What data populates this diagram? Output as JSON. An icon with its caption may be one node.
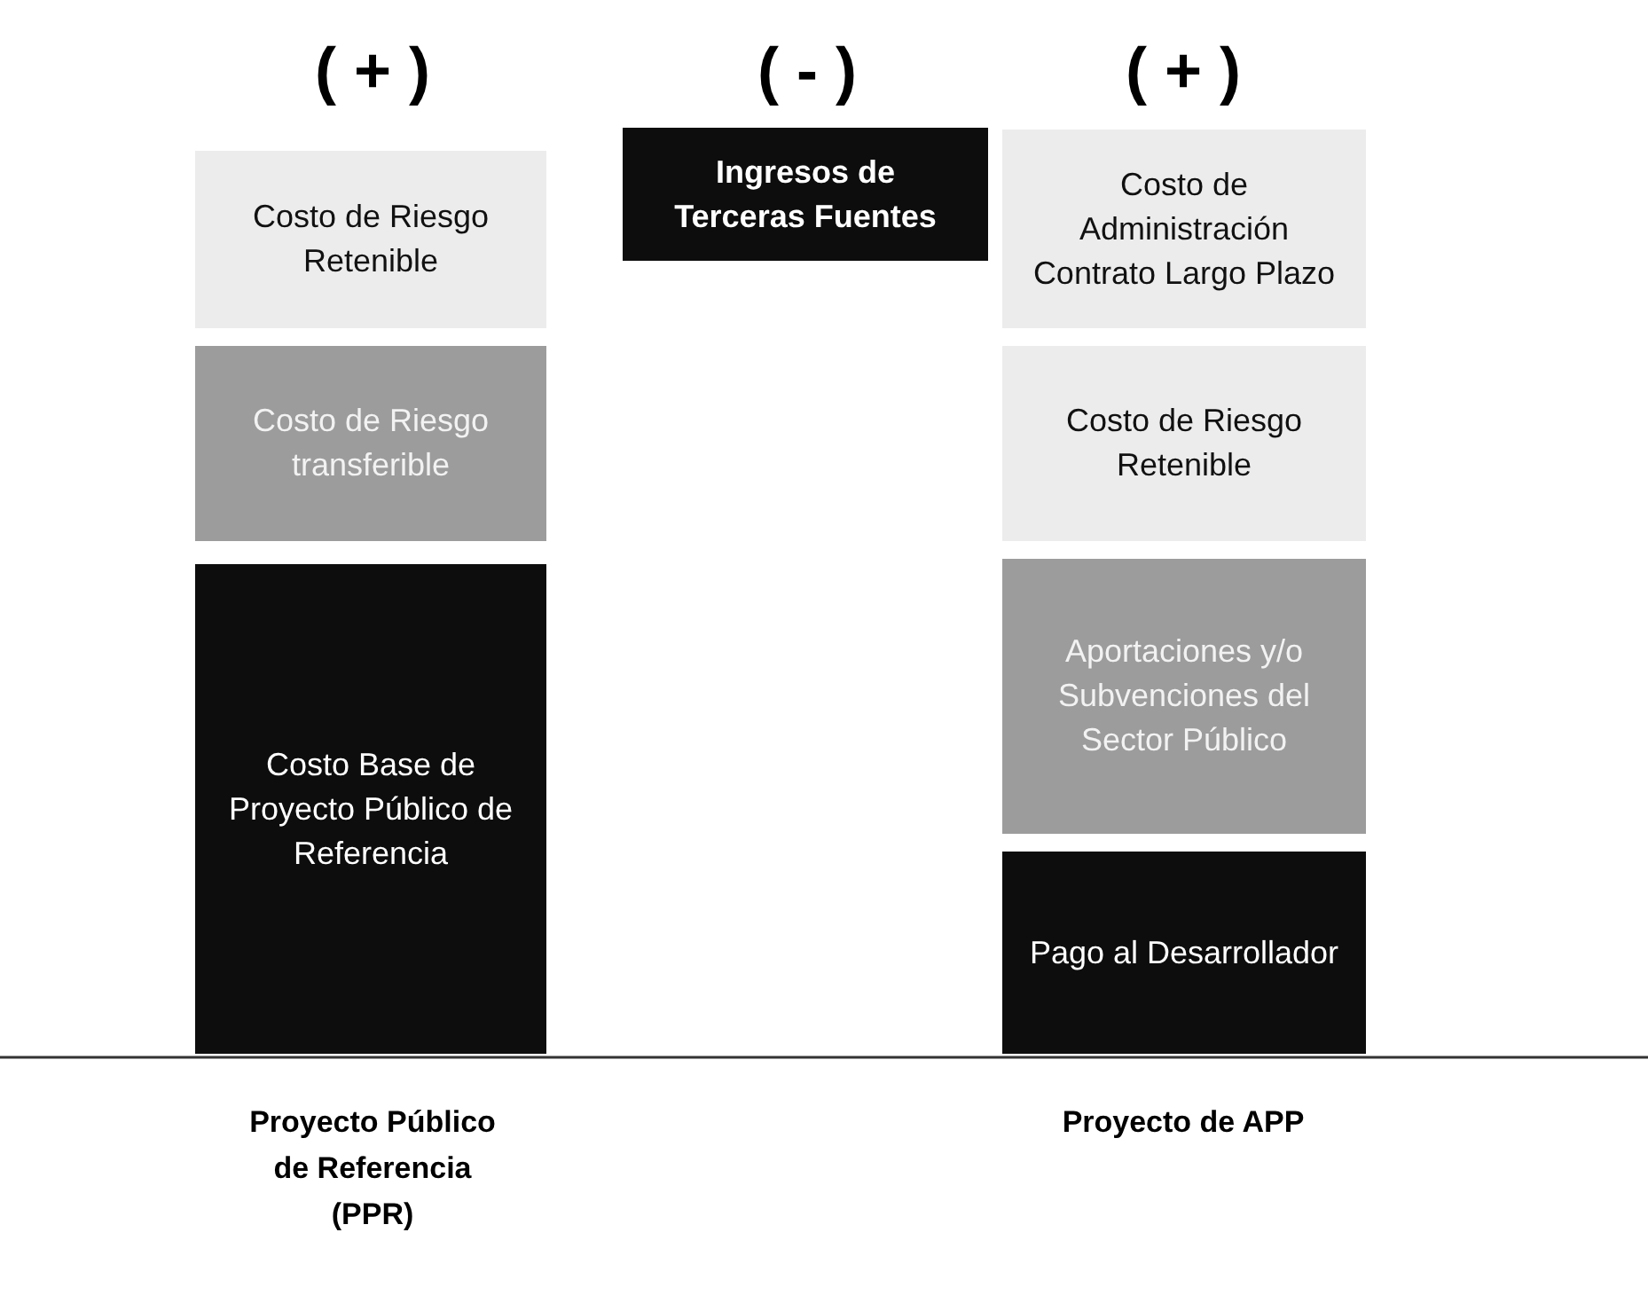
{
  "diagram": {
    "nodes": [
      {
        "text": [
          "Costo de Riesgo Retenible"
        ]
      },
      {
        "text": [
          "Ingresos de Terceras Fuentes"
        ]
      },
      {
        "text": [
          "Costo de Administración Contrato Largo Plazo"
        ]
      },
      {
        "text": [
          "Costo de Riesgo transferible"
        ]
      },
      {
        "text": [
          "Costo de Riesgo Retenible"
        ]
      },
      {
        "text": [
          "Costo Base de Proyecto Público de Referencia"
        ]
      },
      {
        "text": [
          "Aportaciones y/o Subvenciones del Sector Público"
        ]
      },
      {
        "text": [
          "Pago al Desarrollador"
        ]
      }
    ],
    "edges": [],
    "labels": [
      "( + )",
      "( - )",
      "( + )",
      "Proyecto Público de Referencia (PPR)",
      "Proyecto de APP"
    ]
  }
}
